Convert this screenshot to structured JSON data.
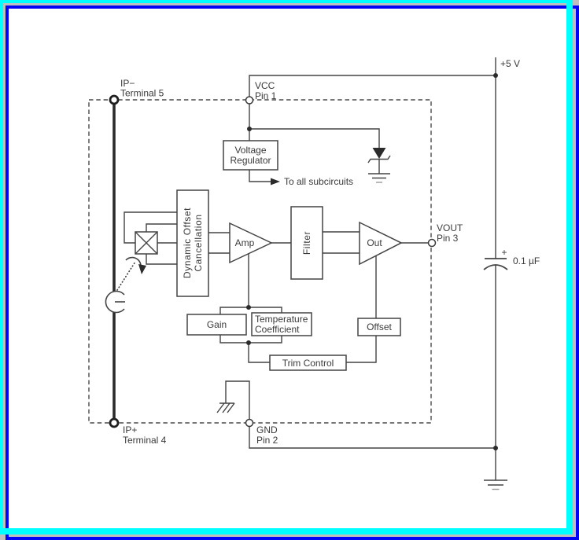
{
  "colors": {
    "frame_outer_blue": "#0004f2",
    "frame_cyan": "#00ffff",
    "frame_gray": "#bfbfbf",
    "diagram_line": "#434343",
    "text": "#3a3a3a",
    "paper": "#ffffff"
  },
  "supply": {
    "label": "+5 V"
  },
  "capacitor": {
    "polarity": "+",
    "value": "0.1 µF"
  },
  "pins": {
    "vcc": {
      "name": "VCC",
      "pin": "Pin 1"
    },
    "vout": {
      "name": "VOUT",
      "pin": "Pin 3"
    },
    "gnd": {
      "name": "GND",
      "pin": "Pin 2"
    },
    "ip_minus": {
      "name": "IP−",
      "pin": "Terminal 5"
    },
    "ip_plus": {
      "name": "IP+",
      "pin": "Terminal 4"
    }
  },
  "blocks": {
    "voltage_regulator": {
      "line1": "Voltage",
      "line2": "Regulator"
    },
    "dynamic_offset": {
      "line1": "Dynamic Offset",
      "line2": "Cancellation"
    },
    "amp": {
      "label": "Amp"
    },
    "filter": {
      "label": "Filter"
    },
    "out": {
      "label": "Out"
    },
    "gain": {
      "label": "Gain"
    },
    "temperature_coefficient": {
      "line1": "Temperature",
      "line2": "Coefficient"
    },
    "offset": {
      "label": "Offset"
    },
    "trim_control": {
      "label": "Trim Control"
    }
  },
  "notes": {
    "regulator_output": "To all subcircuits"
  }
}
